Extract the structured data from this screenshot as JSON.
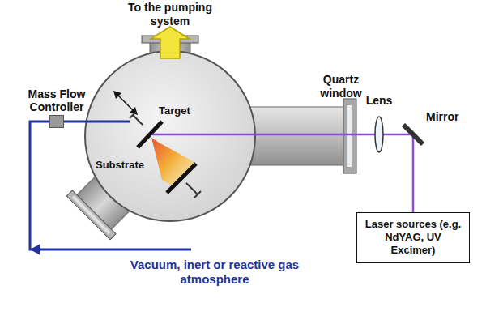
{
  "diagram": {
    "nodes": [
      {
        "text": [
          "Mass Flow Controller"
        ]
      },
      {
        "text": [
          "Laser sources (e.g. NdYAG, UV Excimer)"
        ]
      }
    ],
    "labels": [
      "To the pumping system",
      "Quartz window",
      "Lens",
      "Mirror",
      "Target",
      "Substrate",
      "Vacuum, inert or reactive gas atmosphere"
    ]
  }
}
